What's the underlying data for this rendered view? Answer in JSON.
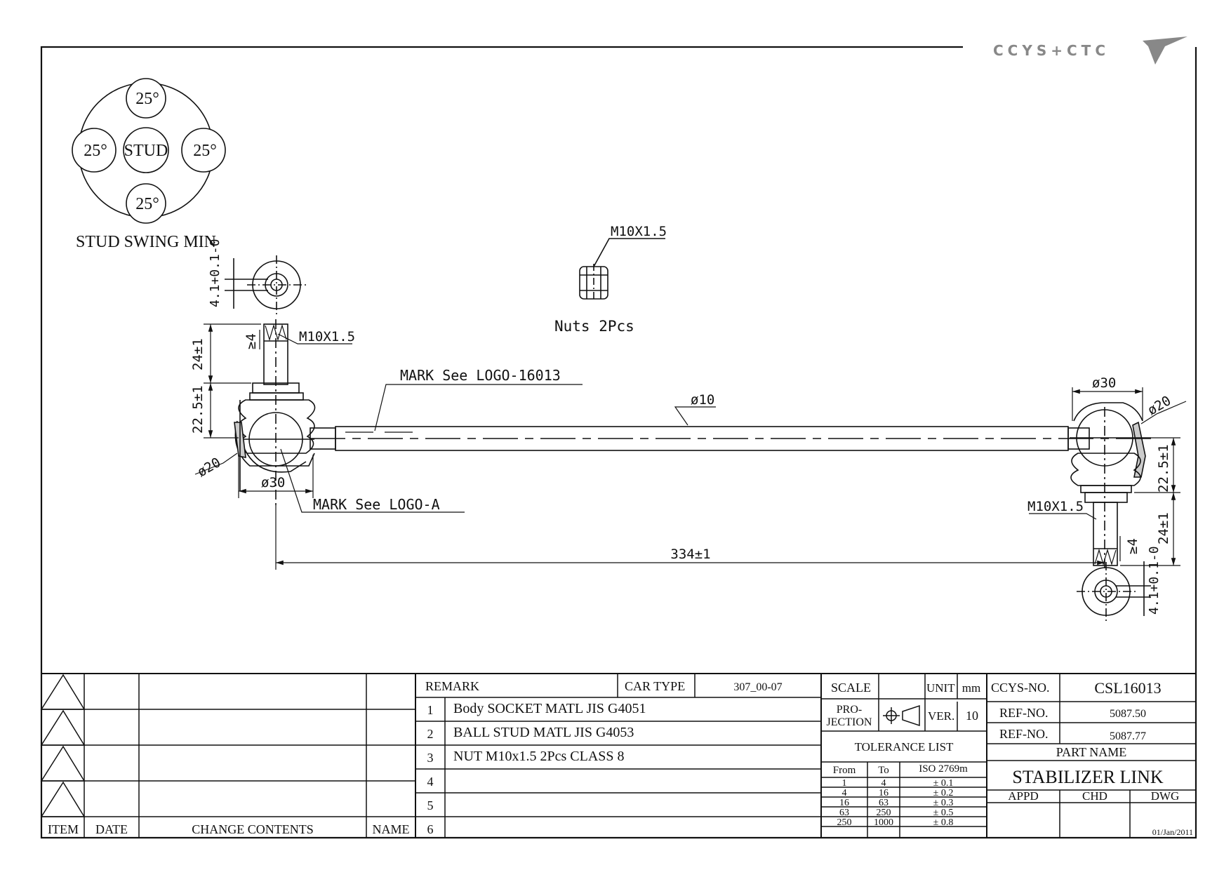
{
  "brand": {
    "logo_text": "CCYS+CTC"
  },
  "stud_swing": {
    "center": "STUD",
    "angles": [
      "25°",
      "25°",
      "25°",
      "25°"
    ],
    "caption": "STUD SWING MIN"
  },
  "nut": {
    "thread": "M10X1.5",
    "label": "Nuts 2Pcs"
  },
  "dims": {
    "wrench_flat": "4.1+0.1-0",
    "thread_left": "M10X1.5",
    "thread_right": "M10X1.5",
    "stud_len_left": "24±1",
    "stud_len_right": "24±1",
    "body_h_left": "22.5±1",
    "body_h_right": "22.5±1",
    "min4": "≥4",
    "dia20_left": "ø20",
    "dia20_right": "ø20",
    "dia30_left": "ø30",
    "dia30_right": "ø30",
    "rod_dia": "ø10",
    "mark_logo_16013": "MARK See LOGO-16013",
    "mark_logo_a": "MARK See LOGO-A",
    "overall_len": "334±1"
  },
  "revisions": {
    "headers": [
      "ITEM",
      "DATE",
      "CHANGE CONTENTS",
      "NAME"
    ]
  },
  "remark": {
    "header": "REMARK",
    "car_type_label": "CAR TYPE",
    "car_type": "307_00-07",
    "items": [
      {
        "no": "1",
        "text": "Body SOCKET MATL JIS G4051"
      },
      {
        "no": "2",
        "text": "BALL STUD MATL JIS G4053"
      },
      {
        "no": "3",
        "text": "NUT M10x1.5 2Pcs CLASS 8"
      },
      {
        "no": "4",
        "text": ""
      },
      {
        "no": "5",
        "text": ""
      },
      {
        "no": "6",
        "text": ""
      }
    ]
  },
  "spec": {
    "scale_label": "SCALE",
    "unit_label": "UNIT",
    "unit": "mm",
    "projection_label_1": "PRO-",
    "projection_label_2": "JECTION",
    "ver_label": "VER.",
    "ver": "10"
  },
  "tolerance": {
    "title": "TOLERANCE LIST",
    "headers": [
      "From",
      "To",
      "ISO 2769m"
    ],
    "rows": [
      [
        "1",
        "4",
        "± 0.1"
      ],
      [
        "4",
        "16",
        "± 0.2"
      ],
      [
        "16",
        "63",
        "± 0.3"
      ],
      [
        "63",
        "250",
        "± 0.5"
      ],
      [
        "250",
        "1000",
        "± 0.8"
      ]
    ]
  },
  "title_block": {
    "ccys_label": "CCYS-NO.",
    "ccys_no": "CSL16013",
    "ref_label_1": "REF-NO.",
    "ref_no_1": "5087.50",
    "ref_label_2": "REF-NO.",
    "ref_no_2": "5087.77",
    "part_name_label": "PART NAME",
    "part_name": "STABILIZER LINK",
    "appd": "APPD",
    "chd": "CHD",
    "dwg": "DWG",
    "date": "01/Jan/2011"
  }
}
